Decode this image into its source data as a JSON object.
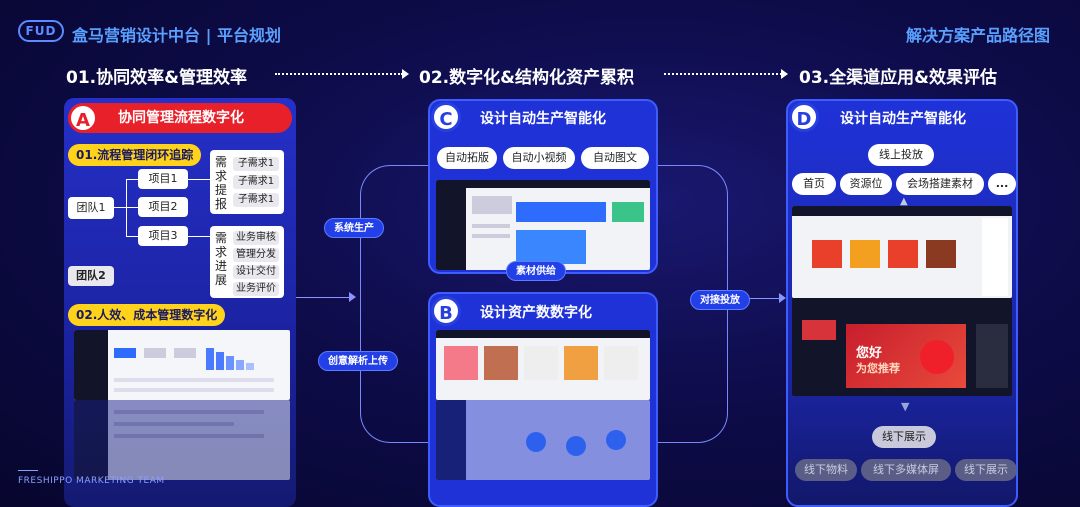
{
  "header": {
    "logo": "FUD",
    "title": "盒马营销设计中台 | 平台规划",
    "right_title": "解决方案产品路径图"
  },
  "stages": [
    "01.协同效率&管理效率",
    "02.数字化&结构化资产累积",
    "03.全渠道应用&效果评估"
  ],
  "colA": {
    "badge": "A",
    "title": "协同管理流程数字化",
    "sub1": "01.流程管理闭环追踪",
    "team1": "团队1",
    "team2": "团队2",
    "projects": [
      "项目1",
      "项目2",
      "项目3"
    ],
    "req_title": "需求提报",
    "req_items": [
      "子需求1",
      "子需求1",
      "子需求1"
    ],
    "prog_title": "需求进展",
    "prog_items": [
      "业务审核",
      "管理分发",
      "设计交付",
      "业务评价"
    ],
    "sub2": "02.人效、成本管理数字化"
  },
  "colC": {
    "badge": "C",
    "title": "设计自动生产智能化",
    "tags": [
      "自动拓版",
      "自动小视频",
      "自动图文"
    ]
  },
  "colB": {
    "badge": "B",
    "title": "设计资产数数字化"
  },
  "colD": {
    "badge": "D",
    "title": "设计自动生产智能化",
    "online": "线上投放",
    "tags": [
      "首页",
      "资源位",
      "会场搭建素材",
      "..."
    ],
    "offline": "线下展示",
    "offline_tags": [
      "线下物料",
      "线下多媒体屏",
      "线下展示"
    ],
    "promo_line1": "您好",
    "promo_line2": "为您推荐"
  },
  "flows": {
    "system": "系统生产",
    "upload": "创意解析上传",
    "supply": "素材供给",
    "delivery": "对接投放"
  },
  "footer": "FRESHIPPO MARKETING TEAM",
  "colors": {
    "accent": "#2340e8",
    "red": "#e8202a",
    "yellow": "#ffd21c",
    "title_blue": "#5aa0ff"
  }
}
